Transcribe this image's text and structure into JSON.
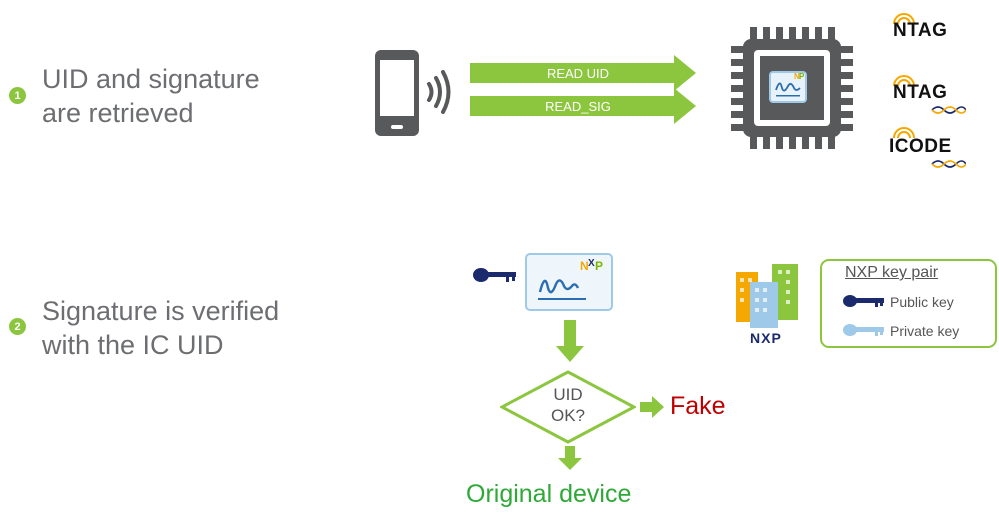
{
  "step1": {
    "number": "1",
    "line1": "UID and signature",
    "line2": "are retrieved"
  },
  "step2": {
    "number": "2",
    "line1": "Signature is verified",
    "line2": "with the IC UID"
  },
  "arrows": {
    "read_uid": "READ UID",
    "read_sig": "READ_SIG"
  },
  "brands": {
    "ntag1": "NTAG",
    "ntag2": "NTAG",
    "icode": "ICODE"
  },
  "decision": {
    "line1": "UID",
    "line2": "OK?"
  },
  "outcomes": {
    "fake": "Fake",
    "original": "Original device"
  },
  "legend": {
    "title": "NXP key pair",
    "public": "Public key",
    "private": "Private key"
  },
  "logo_text": "NXP",
  "colors": {
    "accent": "#8cc63f",
    "text_gray": "#6d6e71",
    "fake_red": "#c00000",
    "original_green": "#2ea836",
    "key_navy": "#1a2a6c",
    "key_light": "#9ec9e8"
  }
}
